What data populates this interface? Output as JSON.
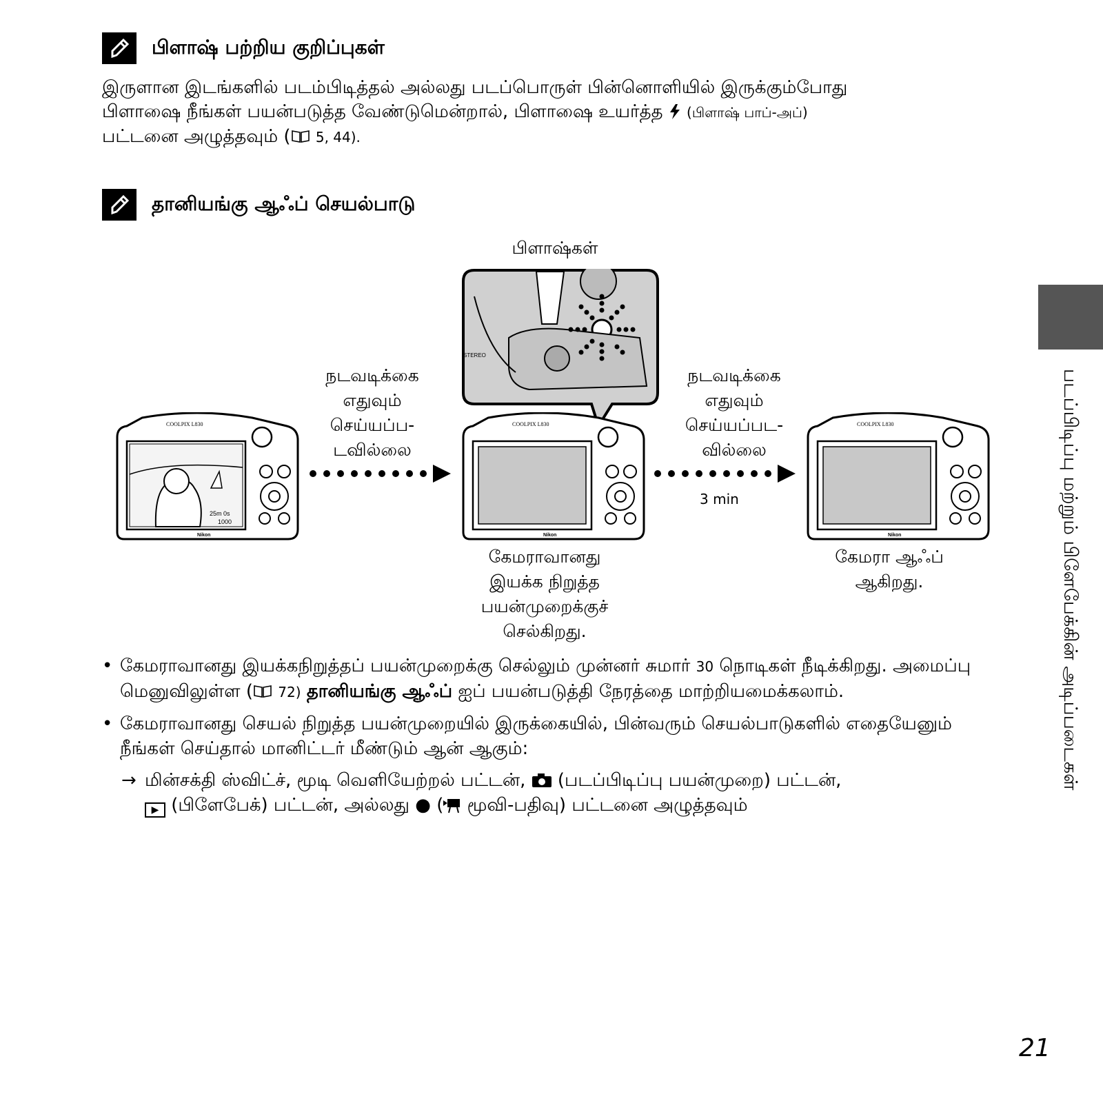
{
  "note1": {
    "title": "பிளாஷ் பற்றிய குறிப்புகள்",
    "line1": "இருளான இடங்களில் படம்பிடித்தல் அல்லது படப்பொருள் பின்னொளியில் இருக்கும்போது",
    "line2a": "பிளாஷை நீங்கள் பயன்படுத்த வேண்டுமென்றால், பிளாஷை உயர்த்த",
    "line2b": "(பிளாஷ் பாப்-அப்)",
    "line3a": "பட்டனை அழுத்தவும் (",
    "line3b": "5, 44)."
  },
  "note2": {
    "title": "தானியங்கு ஆஃப் செயல்பாடு"
  },
  "diagram": {
    "flash_label": "பிளாஷ்கள்",
    "no_op_left": [
      "நடவடிக்கை",
      "எதுவும்",
      "செய்யப்ப-",
      "டவில்லை"
    ],
    "no_op_right": [
      "நடவடிக்கை",
      "எதுவும்",
      "செய்யப்பட-",
      "வில்லை"
    ],
    "time": "3  min",
    "standby_caption": [
      "கேமராவானது",
      "இயக்க நிறுத்த",
      "பயன்முறைக்குச்",
      "செல்கிறது."
    ],
    "off_caption": [
      "கேமரா ஆஃப்",
      "ஆகிறது."
    ],
    "camera_brand": "COOLPIX L830",
    "camera_maker": "Nikon",
    "stereo": "STEREO",
    "lcd_time": "25m 0s",
    "lcd_count": "1000"
  },
  "bullets": {
    "b1_a": "கேமராவானது இயக்கநிறுத்தப் பயன்முறைக்கு செல்லும் முன்னர் சுமார்",
    "b1_num": "30",
    "b1_b": "நொடிகள் நீடிக்கிறது. அமைப்பு மெனுவிலுள்ள (",
    "b1_ref": "72)",
    "b1_bold": "தானியங்கு ஆஃப்",
    "b1_c": "ஐப் பயன்படுத்தி நேரத்தை மாற்றியமைக்கலாம்.",
    "b2": "கேமராவானது செயல் நிறுத்த பயன்முறையில் இருக்கையில், பின்வரும் செயல்பாடுகளில் எதையேனும் நீங்கள் செய்தால் மானிட்டர் மீண்டும் ஆன் ஆகும்:",
    "sub_a": "மின்சக்தி ஸ்விட்ச், மூடி வெளியேற்றல் பட்டன்,",
    "sub_b": "(படப்பிடிப்பு பயன்முறை) பட்டன்,",
    "sub_c": "(பிளேபேக்) பட்டன், அல்லது",
    "sub_d": "(",
    "sub_e": "மூவி-பதிவு) பட்டனை அழுத்தவும்"
  },
  "side": {
    "text": "படப்பிடிப்பு மற்றும் பிளேபேக்கின் அடிப்படைகள்"
  },
  "page_number": "21"
}
